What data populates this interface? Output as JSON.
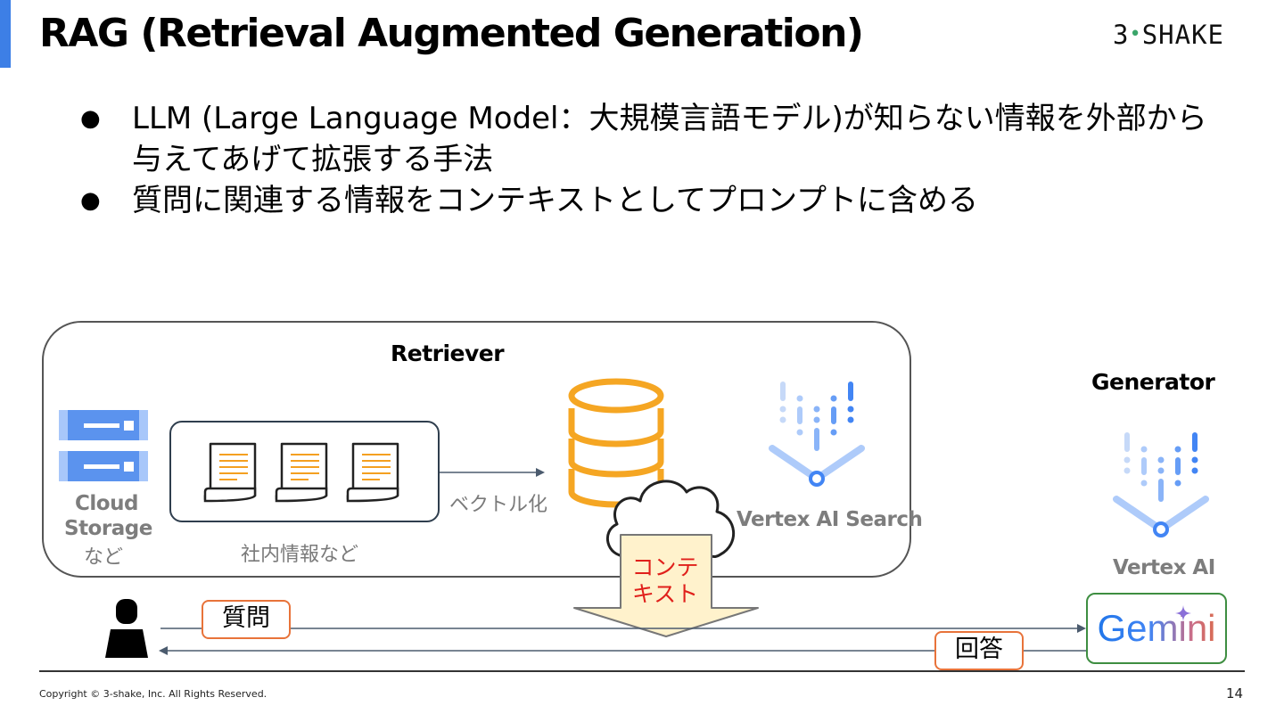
{
  "slide": {
    "title": "RAG (Retrieval Augmented Generation)",
    "logo": {
      "prefix": "3",
      "dot": "•",
      "suffix": "SHAKE"
    },
    "bullets": [
      {
        "mark": "●",
        "text": "LLM (Large Language Model：大規模言語モデル)が知らない情報を外部から与えてあげて拡張する手法"
      },
      {
        "mark": "●",
        "text": "質問に関連する情報をコンテキストとしてプロンプトに含める"
      }
    ]
  },
  "diagram": {
    "retriever_label": "Retriever",
    "generator_label": "Generator",
    "cloud_storage": {
      "line1": "Cloud",
      "line2": "Storage",
      "line3": "など"
    },
    "docs_label": "社内情報など",
    "vectorize_label": "ベクトル化",
    "vertex_search_label": "Vertex AI Search",
    "vertex_ai_label": "Vertex AI",
    "context_label": "コンテ\nキスト",
    "question_label": "質問",
    "answer_label": "回答",
    "gemini_label": "Gemini",
    "icons": [
      "server-icon",
      "document-icon",
      "database-icon",
      "cloud-icon",
      "vertex-ai-icon",
      "user-icon",
      "gemini-logo"
    ],
    "colors": {
      "accent": "#3d7fe6",
      "database": "#f5a623",
      "tag_border": "#e8733a",
      "context_text": "#e0201b",
      "gemini_border": "#3e8e41"
    }
  },
  "footer": {
    "copyright": "Copyright © 3-shake, Inc. All Rights Reserved.",
    "page_number": "14"
  }
}
